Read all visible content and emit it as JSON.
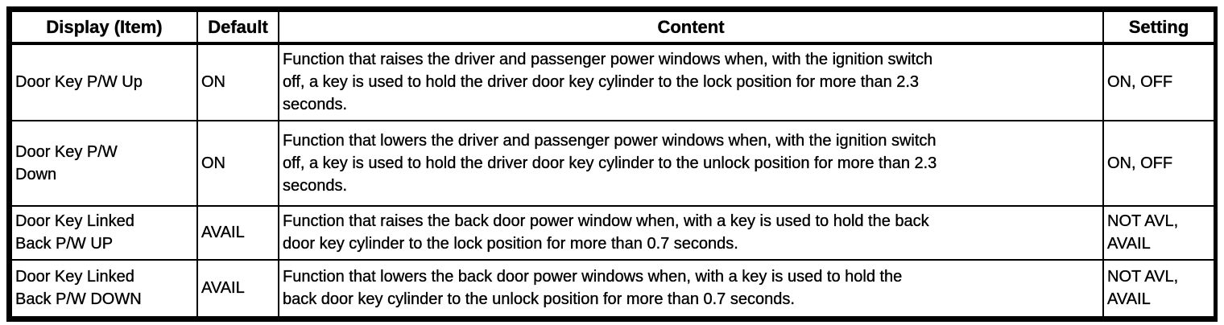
{
  "colors": {
    "text": "#000000",
    "background": "#ffffff",
    "border": "#000000"
  },
  "table": {
    "headers": {
      "display": "Display (Item)",
      "default": "Default",
      "content": "Content",
      "setting": "Setting"
    },
    "rows": [
      {
        "display": "Door Key P/W Up",
        "default": "ON",
        "content": "Function that raises the driver and passenger power windows when, with the ignition switch\noff, a key is used to hold the driver door key cylinder to the lock position for more than 2.3\nseconds.",
        "setting": "ON, OFF"
      },
      {
        "display": "Door Key P/W\nDown",
        "default": "ON",
        "content": "Function that lowers the driver and passenger power windows when, with the ignition switch\noff, a key is used to hold the driver door key cylinder to the unlock position for more than 2.3\nseconds.",
        "setting": "ON, OFF"
      },
      {
        "display": "Door Key Linked\nBack P/W UP",
        "default": "AVAIL",
        "content": "Function that raises the back door power window when, with a key is used to hold the back\ndoor key cylinder to the lock position for more than 0.7 seconds.",
        "setting": "NOT AVL,\nAVAIL"
      },
      {
        "display": "Door Key Linked\nBack P/W DOWN",
        "default": "AVAIL",
        "content": "Function that lowers the back door power windows when, with a key is used to hold the\nback door key cylinder to the unlock position for more than 0.7 seconds.",
        "setting": "NOT AVL,\nAVAIL"
      }
    ]
  }
}
